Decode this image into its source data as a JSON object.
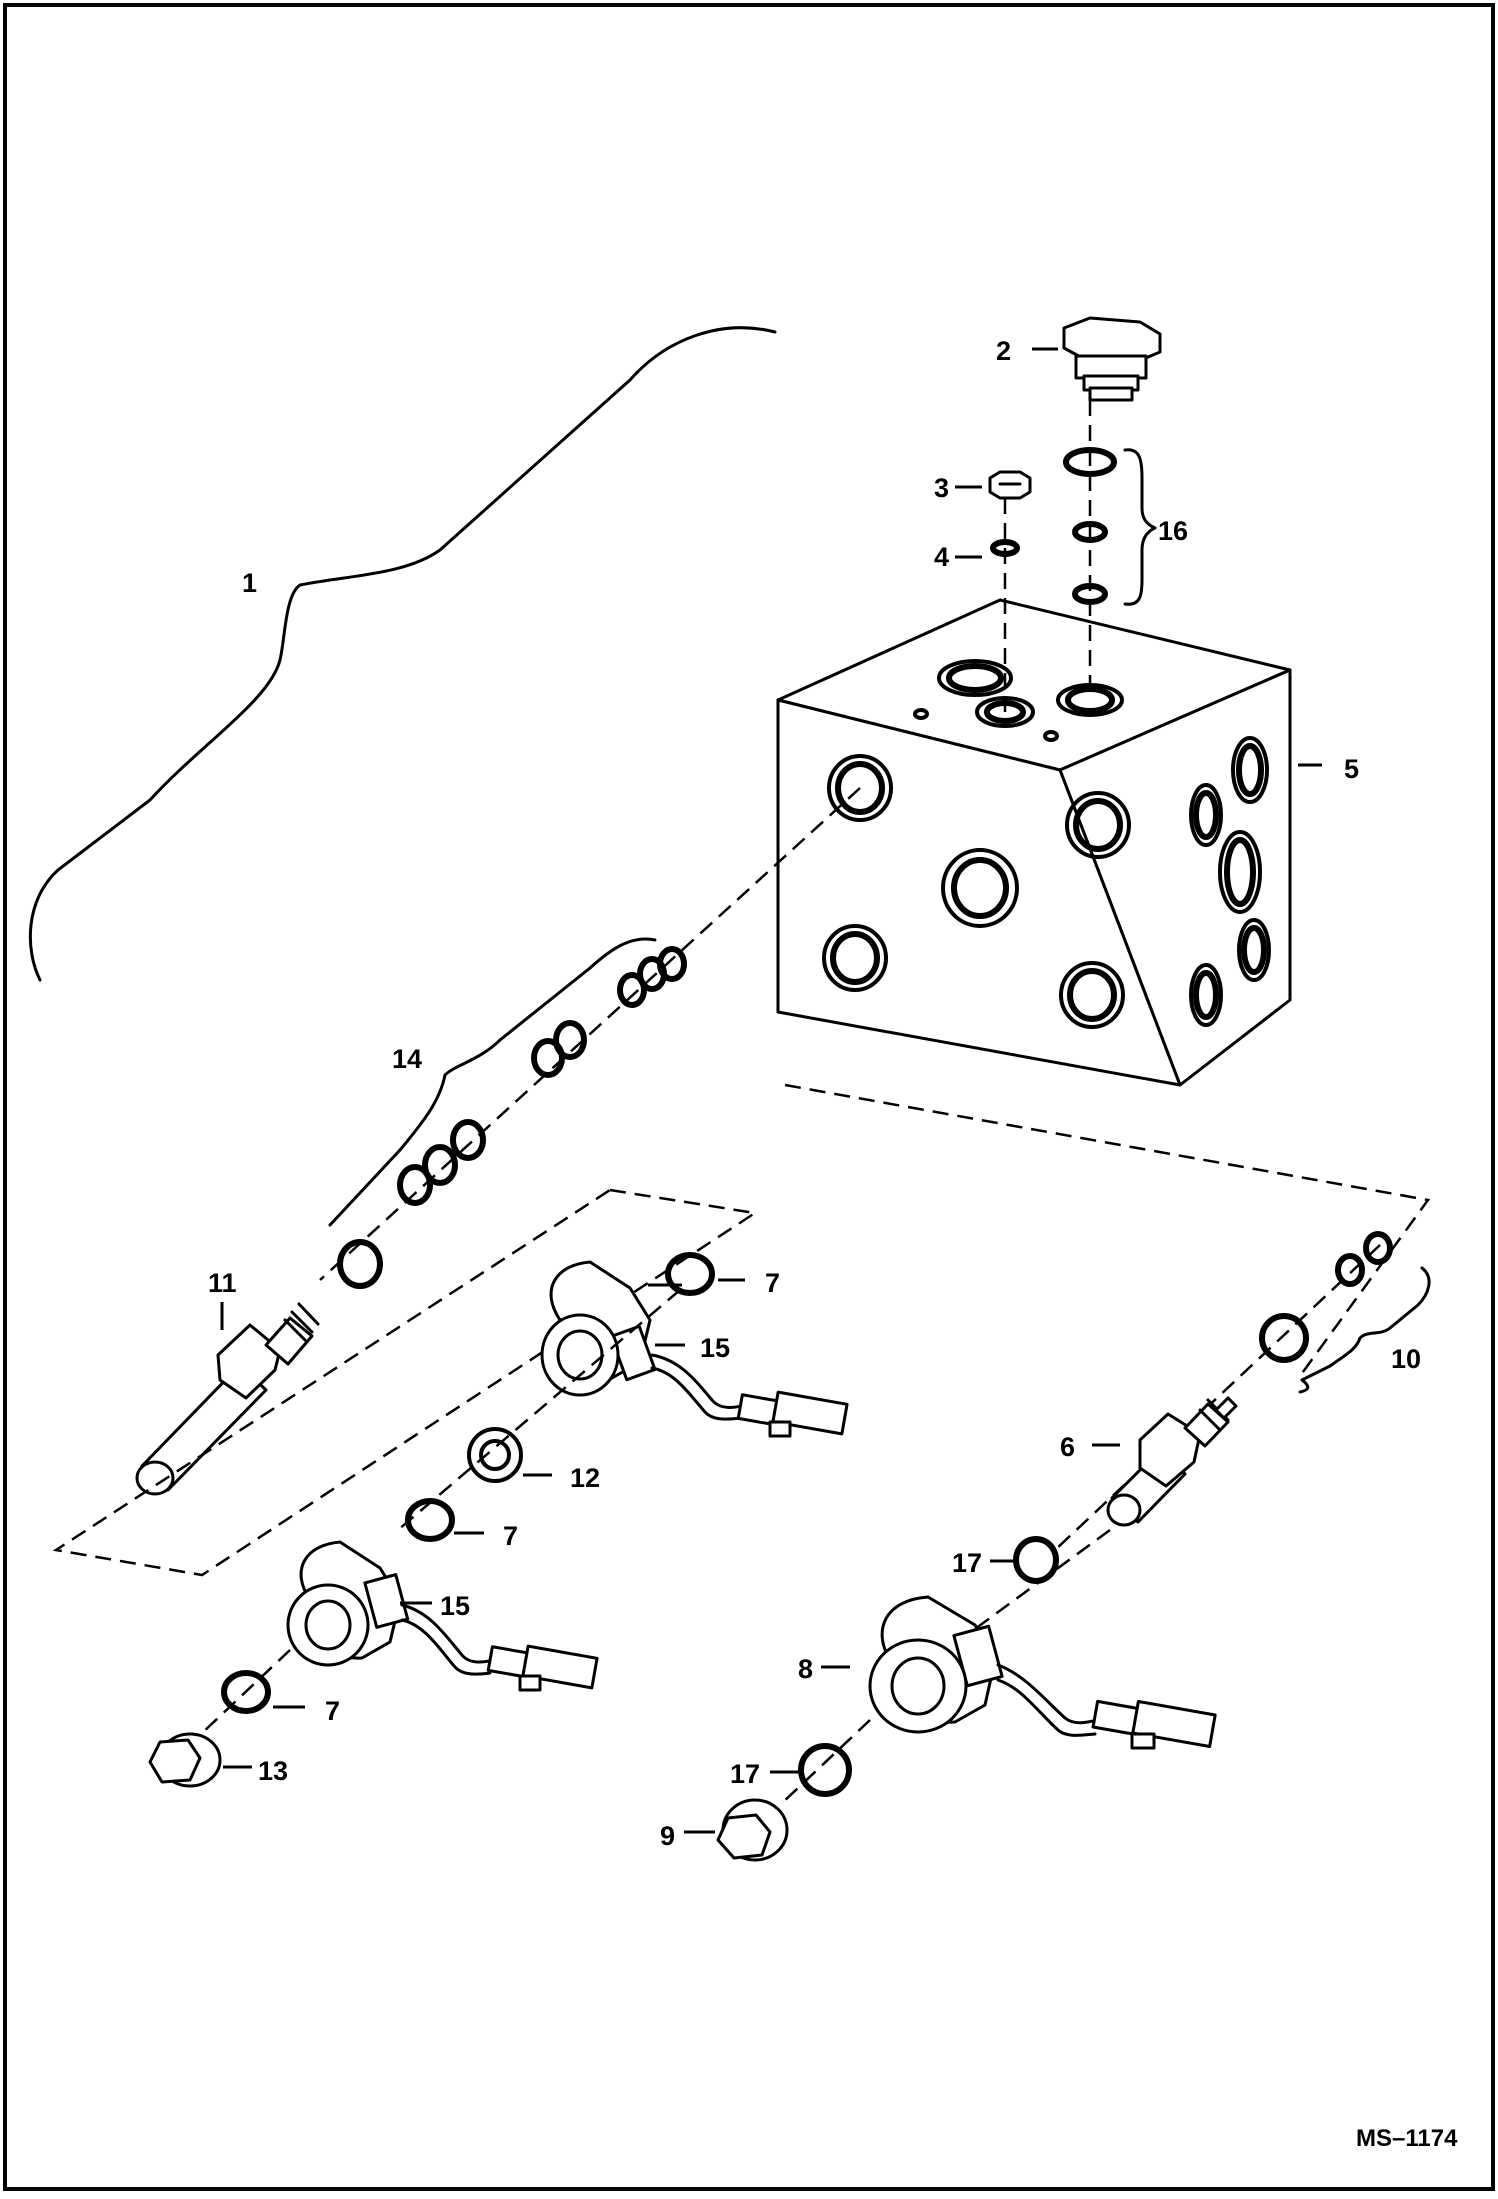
{
  "diagram": {
    "drawing_code": "MS–1174",
    "callouts": [
      {
        "id": "c1",
        "label": "1"
      },
      {
        "id": "c2",
        "label": "2"
      },
      {
        "id": "c3",
        "label": "3"
      },
      {
        "id": "c4",
        "label": "4"
      },
      {
        "id": "c5",
        "label": "5"
      },
      {
        "id": "c6",
        "label": "6"
      },
      {
        "id": "c7a",
        "label": "7"
      },
      {
        "id": "c7b",
        "label": "7"
      },
      {
        "id": "c7c",
        "label": "7"
      },
      {
        "id": "c8",
        "label": "8"
      },
      {
        "id": "c9",
        "label": "9"
      },
      {
        "id": "c10",
        "label": "10"
      },
      {
        "id": "c11",
        "label": "11"
      },
      {
        "id": "c12",
        "label": "12"
      },
      {
        "id": "c13",
        "label": "13"
      },
      {
        "id": "c14",
        "label": "14"
      },
      {
        "id": "c15a",
        "label": "15"
      },
      {
        "id": "c15b",
        "label": "15"
      },
      {
        "id": "c16",
        "label": "16"
      },
      {
        "id": "c17a",
        "label": "17"
      },
      {
        "id": "c17b",
        "label": "17"
      }
    ]
  }
}
